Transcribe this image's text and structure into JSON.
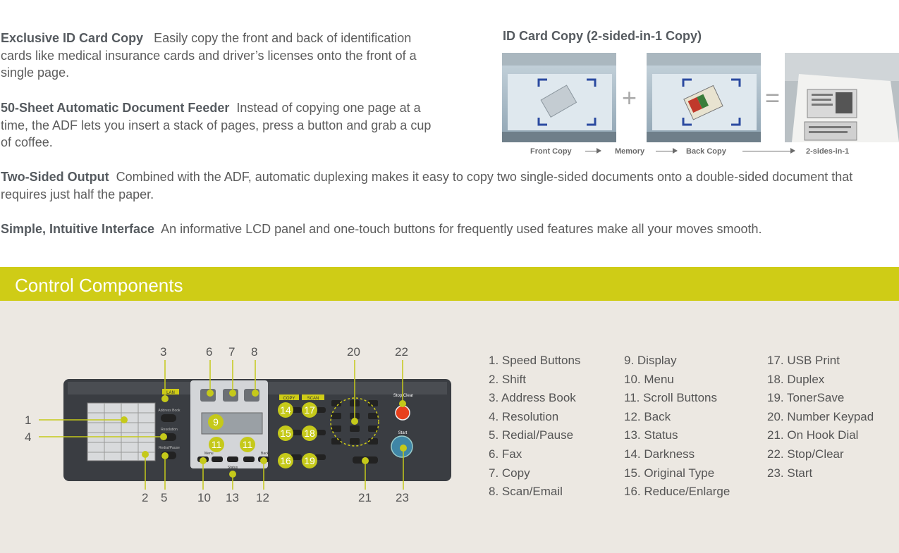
{
  "features": [
    {
      "title": "Exclusive ID Card Copy",
      "sep": "   ",
      "text": "Easily copy the front and back of identification cards like medical insurance cards and driver’s licenses onto the front of a single page."
    },
    {
      "title": "50-Sheet Automatic Document Feeder",
      "sep": "  ",
      "text": "Instead of copying one page at a time, the ADF lets you insert a stack of pages, press a button and grab a cup of coffee."
    },
    {
      "title": "Two-Sided Output",
      "sep": "  ",
      "text": "Combined with the ADF, automatic duplexing makes it easy to copy two single-sided documents onto a double-sided document that requires just half the paper."
    },
    {
      "title": "Simple, Intuitive Interface",
      "sep": "  ",
      "text": "An informative LCD panel and one-touch buttons for frequently used features make all your moves smooth."
    }
  ],
  "id_card": {
    "title": "ID Card Copy (2-sided-in-1 Copy)",
    "plus": "+",
    "equals": "=",
    "captions": [
      "Front Copy",
      "Memory",
      "Back Copy",
      "2-sides-in-1"
    ]
  },
  "section_title": "Control Components",
  "panel": {
    "labels": [
      "LAN",
      "COPY",
      "SCAN",
      "Start",
      "Stop/Clear",
      "Address Book",
      "Resolution",
      "Redial/Pause",
      "Menu",
      "Back",
      "Status"
    ]
  },
  "callout_numbers": {
    "top": [
      "3",
      "6",
      "7",
      "8",
      "20",
      "22"
    ],
    "left": [
      "1",
      "4"
    ],
    "bottom": [
      "2",
      "5",
      "10",
      "13",
      "12",
      "21",
      "23"
    ],
    "badges": [
      "9",
      "11",
      "11",
      "14",
      "17",
      "15",
      "18",
      "16",
      "19"
    ]
  },
  "legend": {
    "col1": [
      "1. Speed Buttons",
      "2. Shift",
      "3. Address Book",
      "4. Resolution",
      "5. Redial/Pause",
      "6. Fax",
      "7. Copy",
      "8. Scan/Email"
    ],
    "col2": [
      "9. Display",
      "10. Menu",
      "11. Scroll Buttons",
      "12. Back",
      "13. Status",
      "14. Darkness",
      "15. Original Type",
      "16. Reduce/Enlarge"
    ],
    "col3": [
      "17. USB Print",
      "18. Duplex",
      "19. TonerSave",
      "20. Number Keypad",
      "21. On Hook Dial",
      "22. Stop/Clear",
      "23. Start"
    ]
  },
  "colors": {
    "accent": "#cfcc16",
    "badge": "#c5c91a",
    "panel_bg": "#ece8e2",
    "stop_button": "#e8401c",
    "start_button": "#3f86a6"
  }
}
